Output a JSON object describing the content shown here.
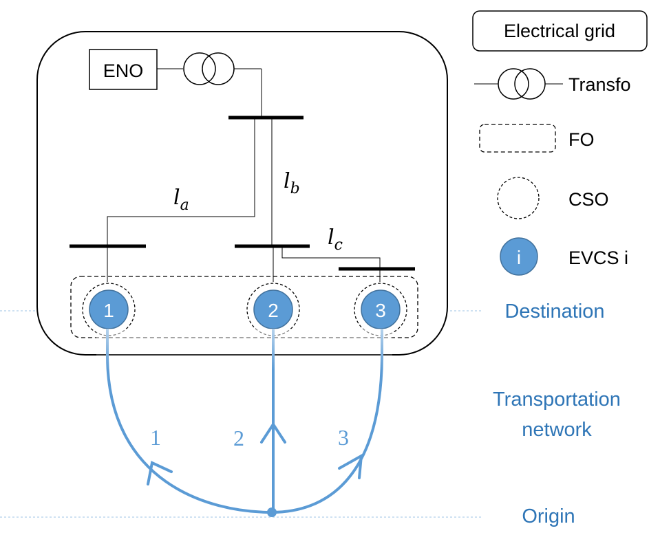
{
  "colors": {
    "blue": "#5b9bd5",
    "blue_text": "#2e75b6",
    "dark": "#000000",
    "light_blue": "#9dc3e6"
  },
  "grid": {
    "title": "Electrical grid",
    "eno_label": "ENO"
  },
  "legend": {
    "transfo": "Transfo",
    "fo": "FO",
    "cso": "CSO",
    "evcs_symbol": "i",
    "evcs": "EVCS i"
  },
  "lines": {
    "la": {
      "base": "l",
      "sub": "a"
    },
    "lb": {
      "base": "l",
      "sub": "b"
    },
    "lc": {
      "base": "l",
      "sub": "c"
    }
  },
  "stations": [
    "1",
    "2",
    "3"
  ],
  "routes": [
    "1",
    "2",
    "3"
  ],
  "side_labels": {
    "destination": "Destination",
    "transport_line1": "Transportation",
    "transport_line2": "network",
    "origin": "Origin"
  }
}
